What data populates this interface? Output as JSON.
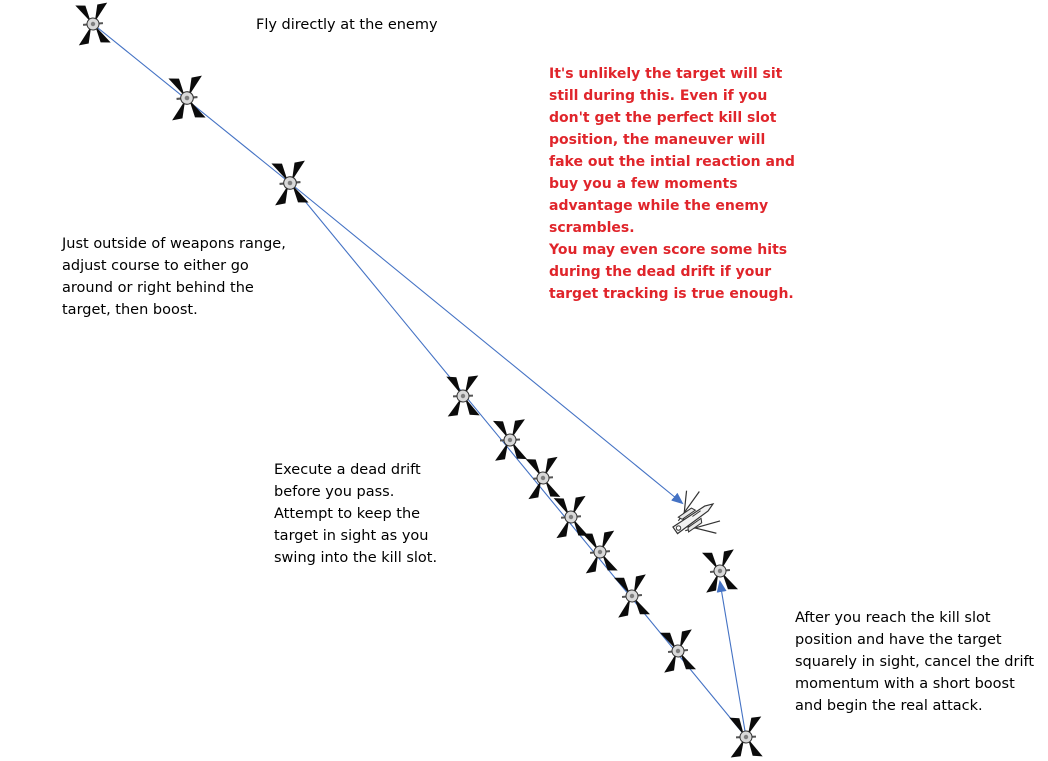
{
  "colors": {
    "path_line": "#4472c4",
    "arrow_head": "#4472c4",
    "fighter_wing": "#0b0b0b",
    "fighter_cockpit": "#d9d9d9",
    "red_text": "#e0252b",
    "body_text": "#000000"
  },
  "notes": {
    "fly_direct": [
      "Fly directly at the enemy"
    ],
    "outside_range": [
      "Just outside of weapons range,",
      "adjust course to either go",
      "around or right behind the",
      "target, then boost."
    ],
    "dead_drift": [
      "Execute a dead drift",
      "before you pass.",
      "Attempt to keep the",
      "target in sight as you",
      "swing into the kill slot."
    ],
    "kill_slot": [
      "After you reach the kill slot",
      "position and have the target",
      "squarely in sight, cancel the drift",
      "momentum with a short boost",
      "and begin the real attack."
    ],
    "warning": [
      "It's unlikely the target will sit",
      "still during this. Even if you",
      "don't get the perfect kill slot",
      "position, the maneuver will",
      "fake out the intial reaction and",
      "buy you a few moments",
      "advantage while the enemy",
      "scrambles.",
      "You may even score some hits",
      "during the dead drift if your",
      "target tracking is true enough."
    ]
  },
  "icons": {
    "attacker": "tie-fighter-icon",
    "target": "x-wing-icon"
  }
}
